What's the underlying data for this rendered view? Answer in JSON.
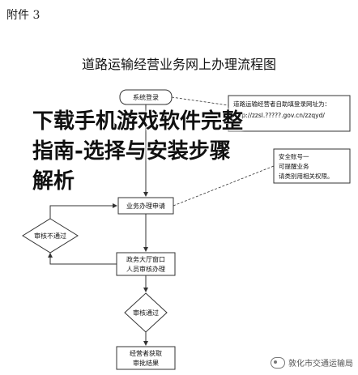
{
  "attachment_label": "附件 3",
  "title": "道路运输经营业务网上办理流程图",
  "overlay_title": [
    "下载手机游戏软件完整",
    "指南-选择与安装步骤",
    "解析"
  ],
  "nodes": {
    "login": "系统登录",
    "apply": "业务办理申请",
    "reject": "审核不通过",
    "hall_review": [
      "政务大厅窗口",
      "人员审核办理"
    ],
    "pass": "审核通过",
    "result": [
      "经营者获取",
      "审批结果"
    ]
  },
  "note_top": [
    "道路运输经营者自助填登录网址为：",
    "http://zzsl.?????.gov.cn/zzqyd/"
  ],
  "note_mid": [
    "安全账号一",
    "可提醒业务",
    "请类别用相关权限。"
  ],
  "watermark": "敦化市交通运输局",
  "colors": {
    "stroke": "#333333"
  }
}
